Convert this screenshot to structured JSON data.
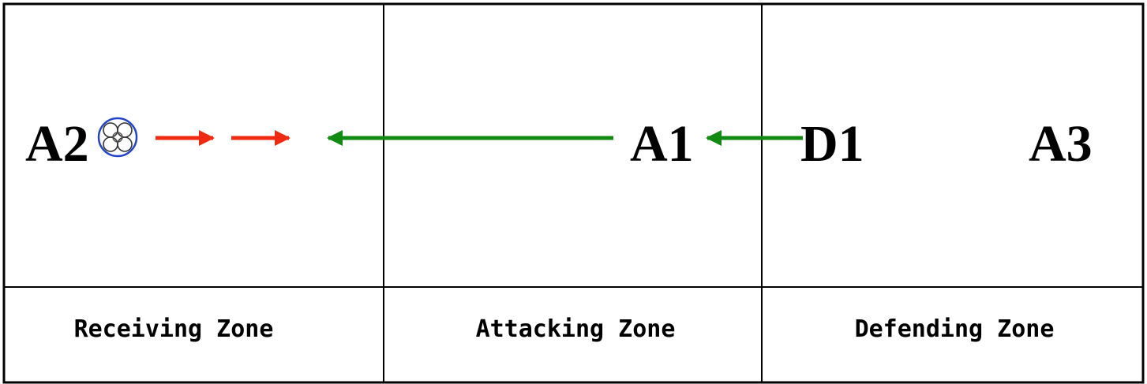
{
  "players": {
    "a2": "A2",
    "a1": "A1",
    "d1": "D1",
    "a3": "A3"
  },
  "zones": {
    "receiving": "Receiving Zone",
    "attacking": "Attacking Zone",
    "defending": "Defending Zone"
  },
  "colors": {
    "pass_arrow": "#108a10",
    "movement_arrow": "#f02a10",
    "ball_outline": "#2244cc",
    "lines": "#000000"
  },
  "icons": {
    "ball": "soccer-ball-icon"
  }
}
